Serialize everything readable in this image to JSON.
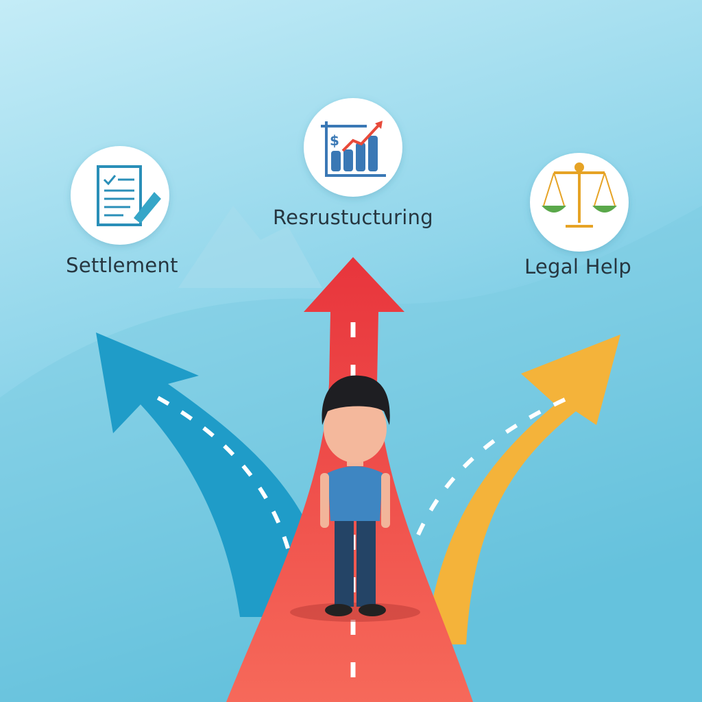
{
  "options": [
    {
      "label": "Settlement",
      "icon": "document-signature-icon",
      "arrow_color": "#1f9cc8"
    },
    {
      "label": "Resrustucturing",
      "icon": "growth-chart-icon",
      "arrow_color": "#ee4a45"
    },
    {
      "label": "Legal Help",
      "icon": "scales-of-justice-icon",
      "arrow_color": "#f4b33a"
    }
  ],
  "colors": {
    "bg_top": "#bfe9f5",
    "bg_bottom": "#4db6d6",
    "text": "#263640"
  }
}
